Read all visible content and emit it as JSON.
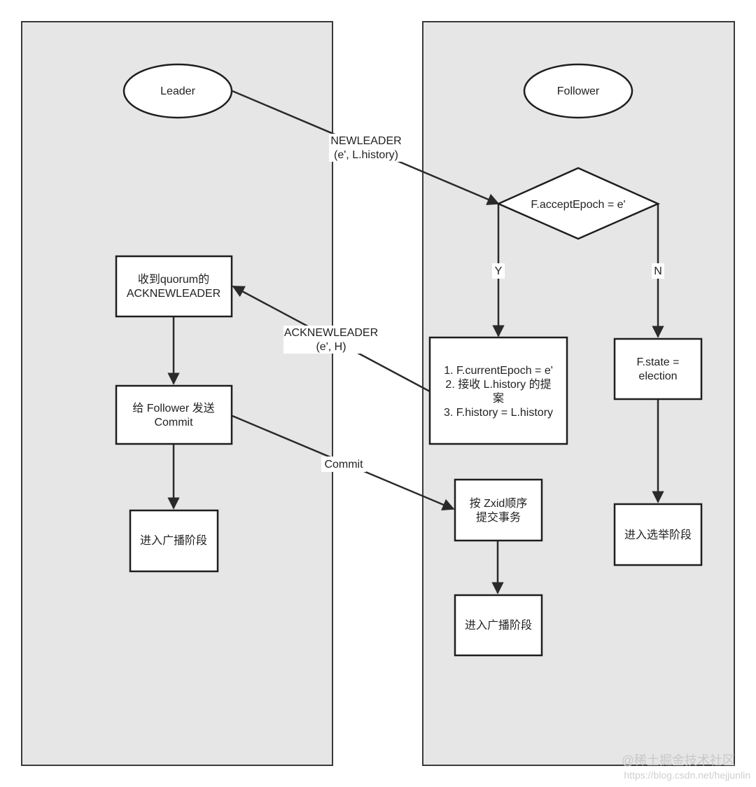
{
  "lanes": {
    "leader": {
      "title": "Leader"
    },
    "follower": {
      "title": "Follower"
    }
  },
  "nodes": {
    "leader_receive_ack": [
      "收到quorum的",
      "ACKNEWLEADER"
    ],
    "leader_send_commit": [
      "给 Follower 发送",
      "Commit"
    ],
    "leader_broadcast": [
      "进入广播阶段"
    ],
    "follower_decision": [
      "F.acceptEpoch = e'"
    ],
    "follower_accept": [
      "1. F.currentEpoch = e'",
      "2. 接收 L.history 的提",
      "案",
      "3. F.history = L.history"
    ],
    "follower_state": [
      "F.state =",
      "election"
    ],
    "follower_election": [
      "进入选举阶段"
    ],
    "follower_commit": [
      "按 Zxid顺序",
      "提交事务"
    ],
    "follower_broadcast": [
      "进入广播阶段"
    ]
  },
  "edges": {
    "newleader": [
      "NEWLEADER",
      "(e', L.history)"
    ],
    "yes": [
      "Y"
    ],
    "no": [
      "N"
    ],
    "ackleader": [
      "ACKNEWLEADER",
      "(e', H)"
    ],
    "commit": [
      "Commit"
    ]
  },
  "watermark": {
    "line1": "@稀土掘金技术社区",
    "line2": "https://blog.csdn.net/hejjunlin"
  },
  "colors": {
    "lane_fill": "#e6e6e6",
    "node_fill": "#ffffff",
    "stroke": "#1e1e1e"
  }
}
